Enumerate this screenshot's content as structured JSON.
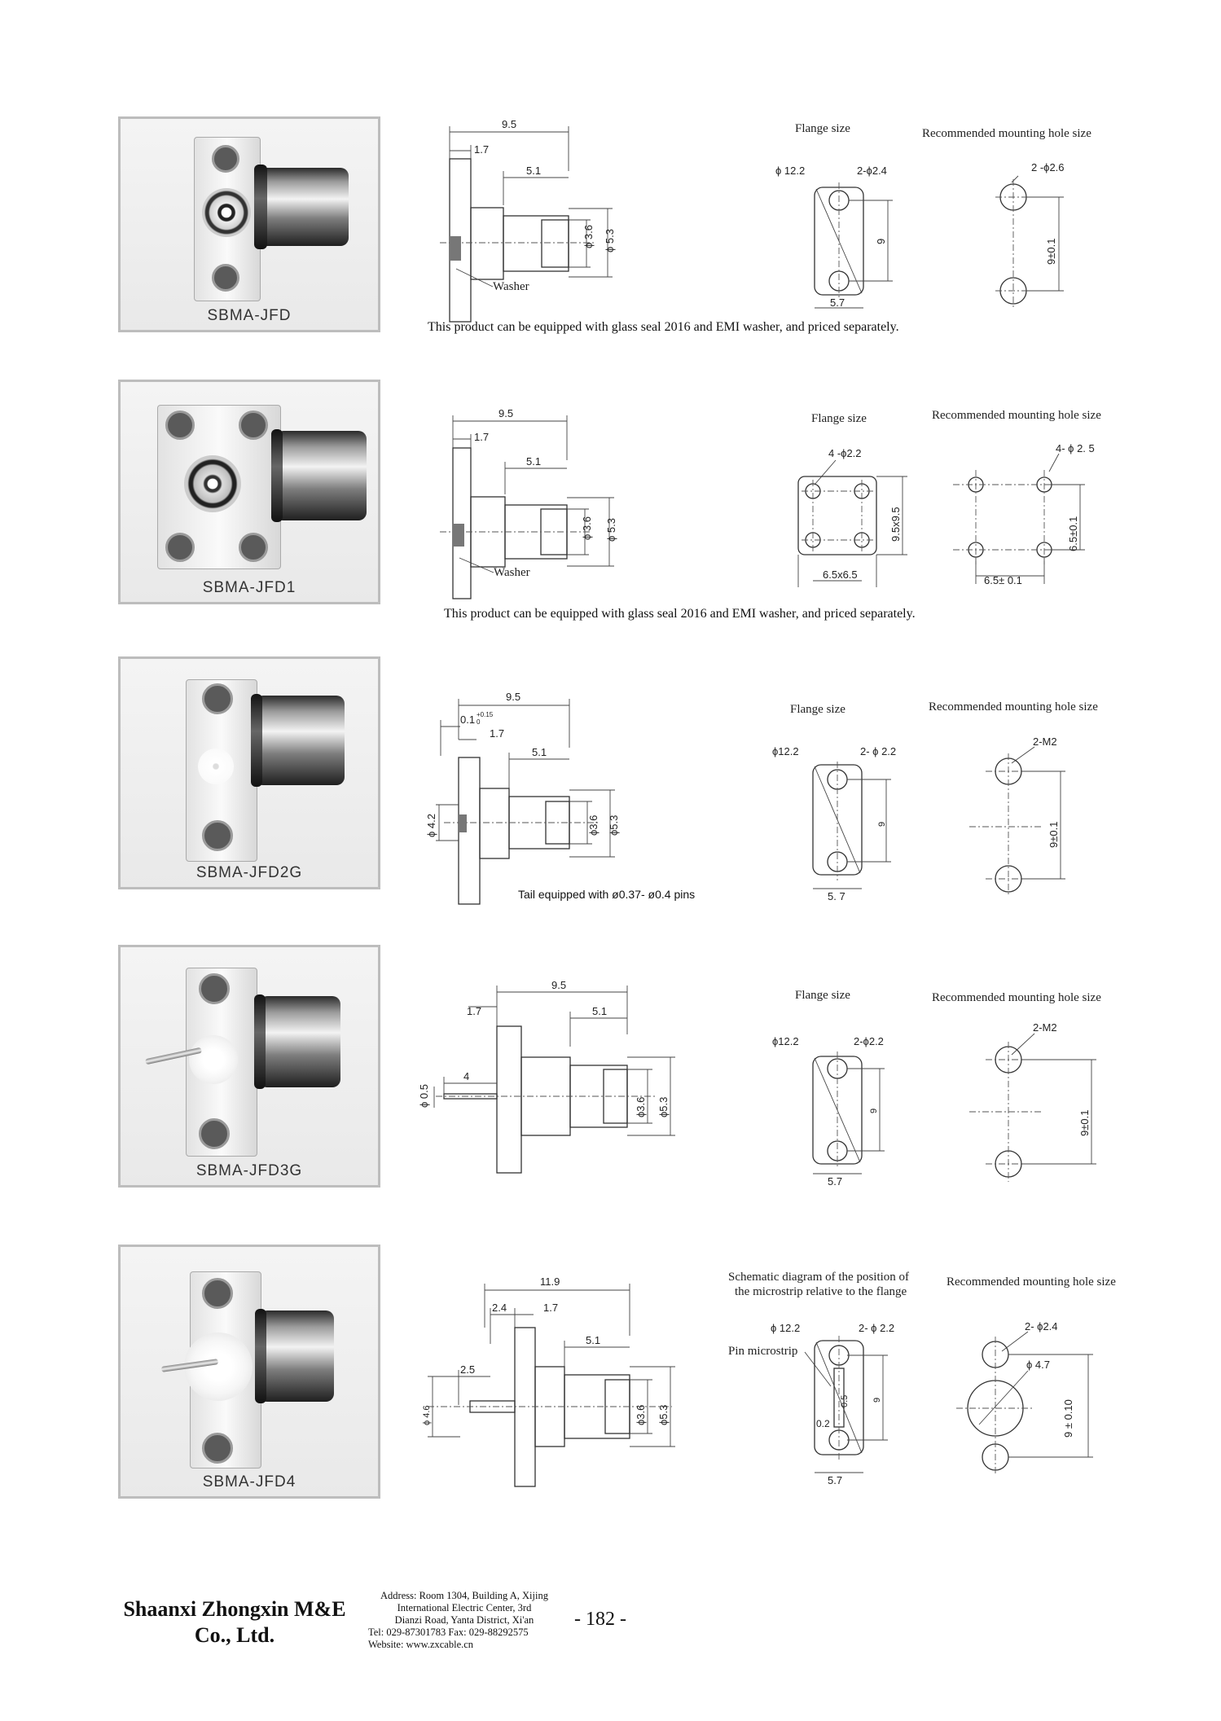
{
  "products": [
    {
      "model": "SBMA-JFD",
      "drawing": {
        "d1": "9.5",
        "d2": "1.7",
        "d3": "5.1",
        "d4": "ϕ 3.6",
        "d5": "ϕ 5.3",
        "washer": "Washer"
      },
      "flange": {
        "title": "Flange size",
        "d1": "ϕ 12.2",
        "d2": "2-ϕ2.4",
        "d3": "9",
        "d4": "5.7"
      },
      "mount": {
        "title": "Recommended mounting hole size",
        "d1": "2 -ϕ2.6",
        "d2": "9±0.1"
      },
      "note": "This product can be equipped with glass seal 2016 and EMI washer, and priced separately."
    },
    {
      "model": "SBMA-JFD1",
      "drawing": {
        "d1": "9.5",
        "d2": "1.7",
        "d3": "5.1",
        "d4": "ϕ 3.6",
        "d5": "ϕ 5.3",
        "washer": "Washer"
      },
      "flange": {
        "title": "Flange size",
        "d1": "4 -ϕ2.2",
        "d2": "9.5x9.5",
        "d3": "6.5x6.5"
      },
      "mount": {
        "title": "Recommended mounting hole size",
        "d1": "4- ϕ 2. 5",
        "d2": "6.5±0.1",
        "d3": "6.5± 0.1"
      },
      "note": "This product can be equipped with glass seal 2016 and EMI washer, and priced separately."
    },
    {
      "model": "SBMA-JFD2G",
      "drawing": {
        "d1": "9.5",
        "d2": "0.1",
        "d2sup": "+0.15",
        "d2sub": "0",
        "d3": "1.7",
        "d4": "5.1",
        "d5": "ϕ 4.2",
        "d6": "ϕ3.6",
        "d7": "ϕ5.3"
      },
      "flange": {
        "title": "Flange size",
        "d1": "ϕ12.2",
        "d2": "2- ϕ 2.2",
        "d3": "9",
        "d4": "5. 7"
      },
      "mount": {
        "title": "Recommended mounting hole size",
        "d1": "2-M2",
        "d2": "9±0.1"
      },
      "note": "Tail equipped with ø0.37- ø0.4 pins"
    },
    {
      "model": "SBMA-JFD3G",
      "drawing": {
        "d1": "9.5",
        "d2": "1.7",
        "d3": "5.1",
        "d4": "ϕ 0.5",
        "d5": "4",
        "d6": "ϕ3.6",
        "d7": "ϕ5.3"
      },
      "flange": {
        "title": "Flange size",
        "d1": "ϕ12.2",
        "d2": "2-ϕ2.2",
        "d3": "9",
        "d4": "5.7"
      },
      "mount": {
        "title": "Recommended mounting hole size",
        "d1": "2-M2",
        "d2": "9±0.1"
      }
    },
    {
      "model": "SBMA-JFD4",
      "drawing": {
        "d1": "11.9",
        "d2": "2.4",
        "d3": "1.7",
        "d4": "5.1",
        "d5": "2.5",
        "d6": "ϕ 4.6",
        "d7": "ϕ3.6",
        "d8": "ϕ5.3"
      },
      "flange": {
        "title_line1": "Schematic diagram of the position of",
        "title_line2": "the microstrip relative to the flange",
        "d1": "ϕ 12.2",
        "d2": "2- ϕ 2.2",
        "d3": "Pin microstrip",
        "d4": "0.5",
        "d5": "0.2",
        "d6": "9",
        "d7": "5.7"
      },
      "mount": {
        "title": "Recommended mounting hole size",
        "d1": "2- ϕ2.4",
        "d2": "ϕ 4.7",
        "d3": "9 ± 0.10"
      }
    }
  ],
  "footer": {
    "company_line1": "Shaanxi Zhongxin M&E",
    "company_line2": "Co., Ltd.",
    "address_line1": "Address: Room 1304, Building A, Xijing",
    "address_line2": "International Electric Center, 3rd",
    "address_line3": "Dianzi Road, Yanta District, Xi'an",
    "tel": "Tel: 029-87301783   Fax: 029-88292575",
    "website": "Website: www.zxcable.cn",
    "page": "- 182 -"
  }
}
